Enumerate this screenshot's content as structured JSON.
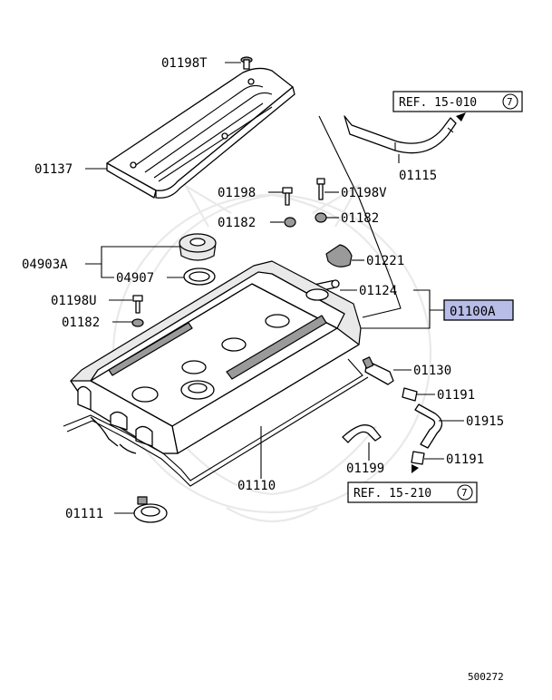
{
  "diagram": {
    "labels": {
      "p01198T": "01198T",
      "p01137": "01137",
      "p01198a": "01198",
      "p01198V": "01198V",
      "p01182a": "01182",
      "p01182b": "01182",
      "p04903A": "04903A",
      "p04907": "04907",
      "p01221": "01221",
      "p01198U": "01198U",
      "p01124": "01124",
      "p01100A": "01100A",
      "p01182c": "01182",
      "p01115": "01115",
      "p01130": "01130",
      "p01191a": "01191",
      "p01915": "01915",
      "p01191b": "01191",
      "p01199": "01199",
      "p01110": "01110",
      "p01111": "01111"
    },
    "references": {
      "ref_top_text": "REF. 15-010",
      "ref_top_num": "7",
      "ref_bottom_text": "REF. 15-210",
      "ref_bottom_num": "7"
    },
    "highlight_color": "#b8bde8",
    "diagram_code": "500272"
  }
}
